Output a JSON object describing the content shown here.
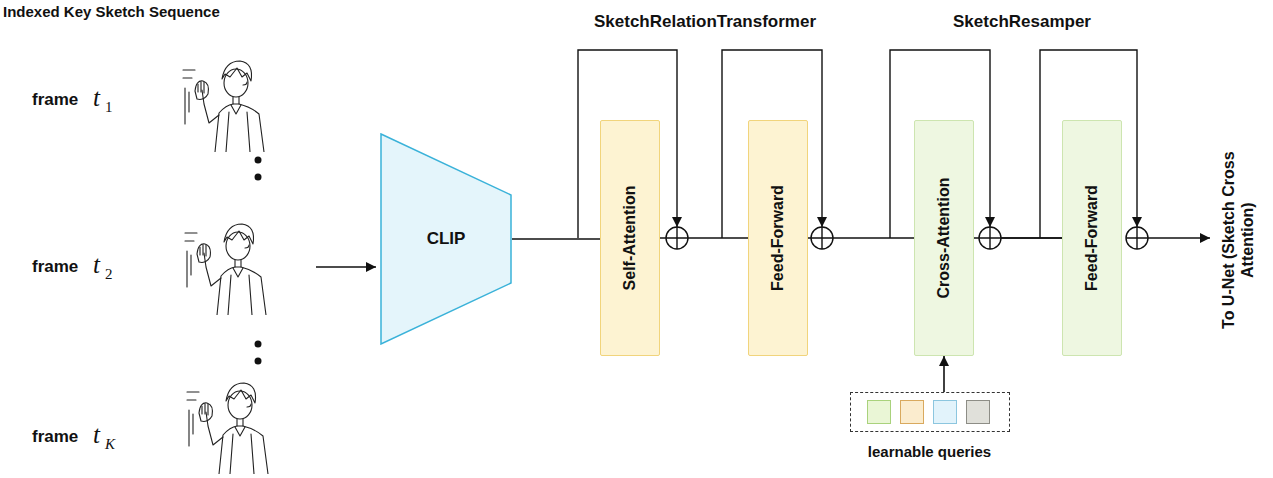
{
  "diagram": {
    "title": "Indexed Key Sketch Sequence",
    "nodes": [
      {
        "text": [
          "CLIP"
        ]
      },
      {
        "text": [
          "Self-Attention"
        ]
      },
      {
        "text": [
          "Feed-Forward"
        ]
      },
      {
        "text": [
          "Cross-Attention"
        ]
      },
      {
        "text": [
          "Feed-Forward"
        ]
      },
      {
        "text": [
          "learnable queries"
        ]
      }
    ],
    "edges": [
      {
        "from": 0,
        "to": 1,
        "arrow": "none"
      },
      {
        "from": 1,
        "to": 2,
        "arrow": "none"
      },
      {
        "from": 2,
        "to": 3,
        "arrow": "none"
      },
      {
        "from": 3,
        "to": 4,
        "arrow": "none"
      },
      {
        "from": 5,
        "to": 3,
        "arrow": "to"
      }
    ],
    "labels": [
      "frame",
      "t",
      "1",
      "frame",
      "t",
      "2",
      "frame",
      "t",
      "K",
      "SketchRelationTransformer",
      "SketchResamper",
      "To U-Net (Sketch Cross Attention)"
    ]
  }
}
